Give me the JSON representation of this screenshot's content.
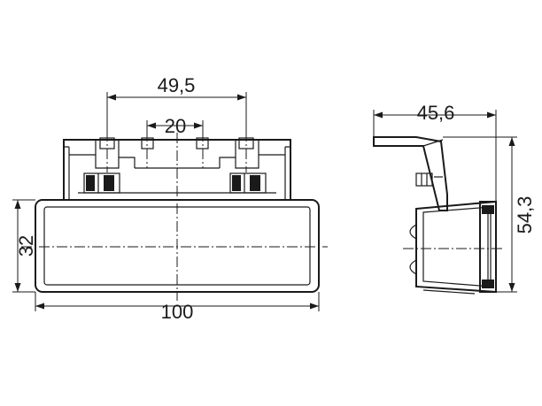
{
  "dimensions": {
    "width_100": "100",
    "height_32": "32",
    "spacing_49_5": "49,5",
    "spacing_20": "20",
    "depth_45_6": "45,6",
    "height_54_3": "54,3"
  }
}
